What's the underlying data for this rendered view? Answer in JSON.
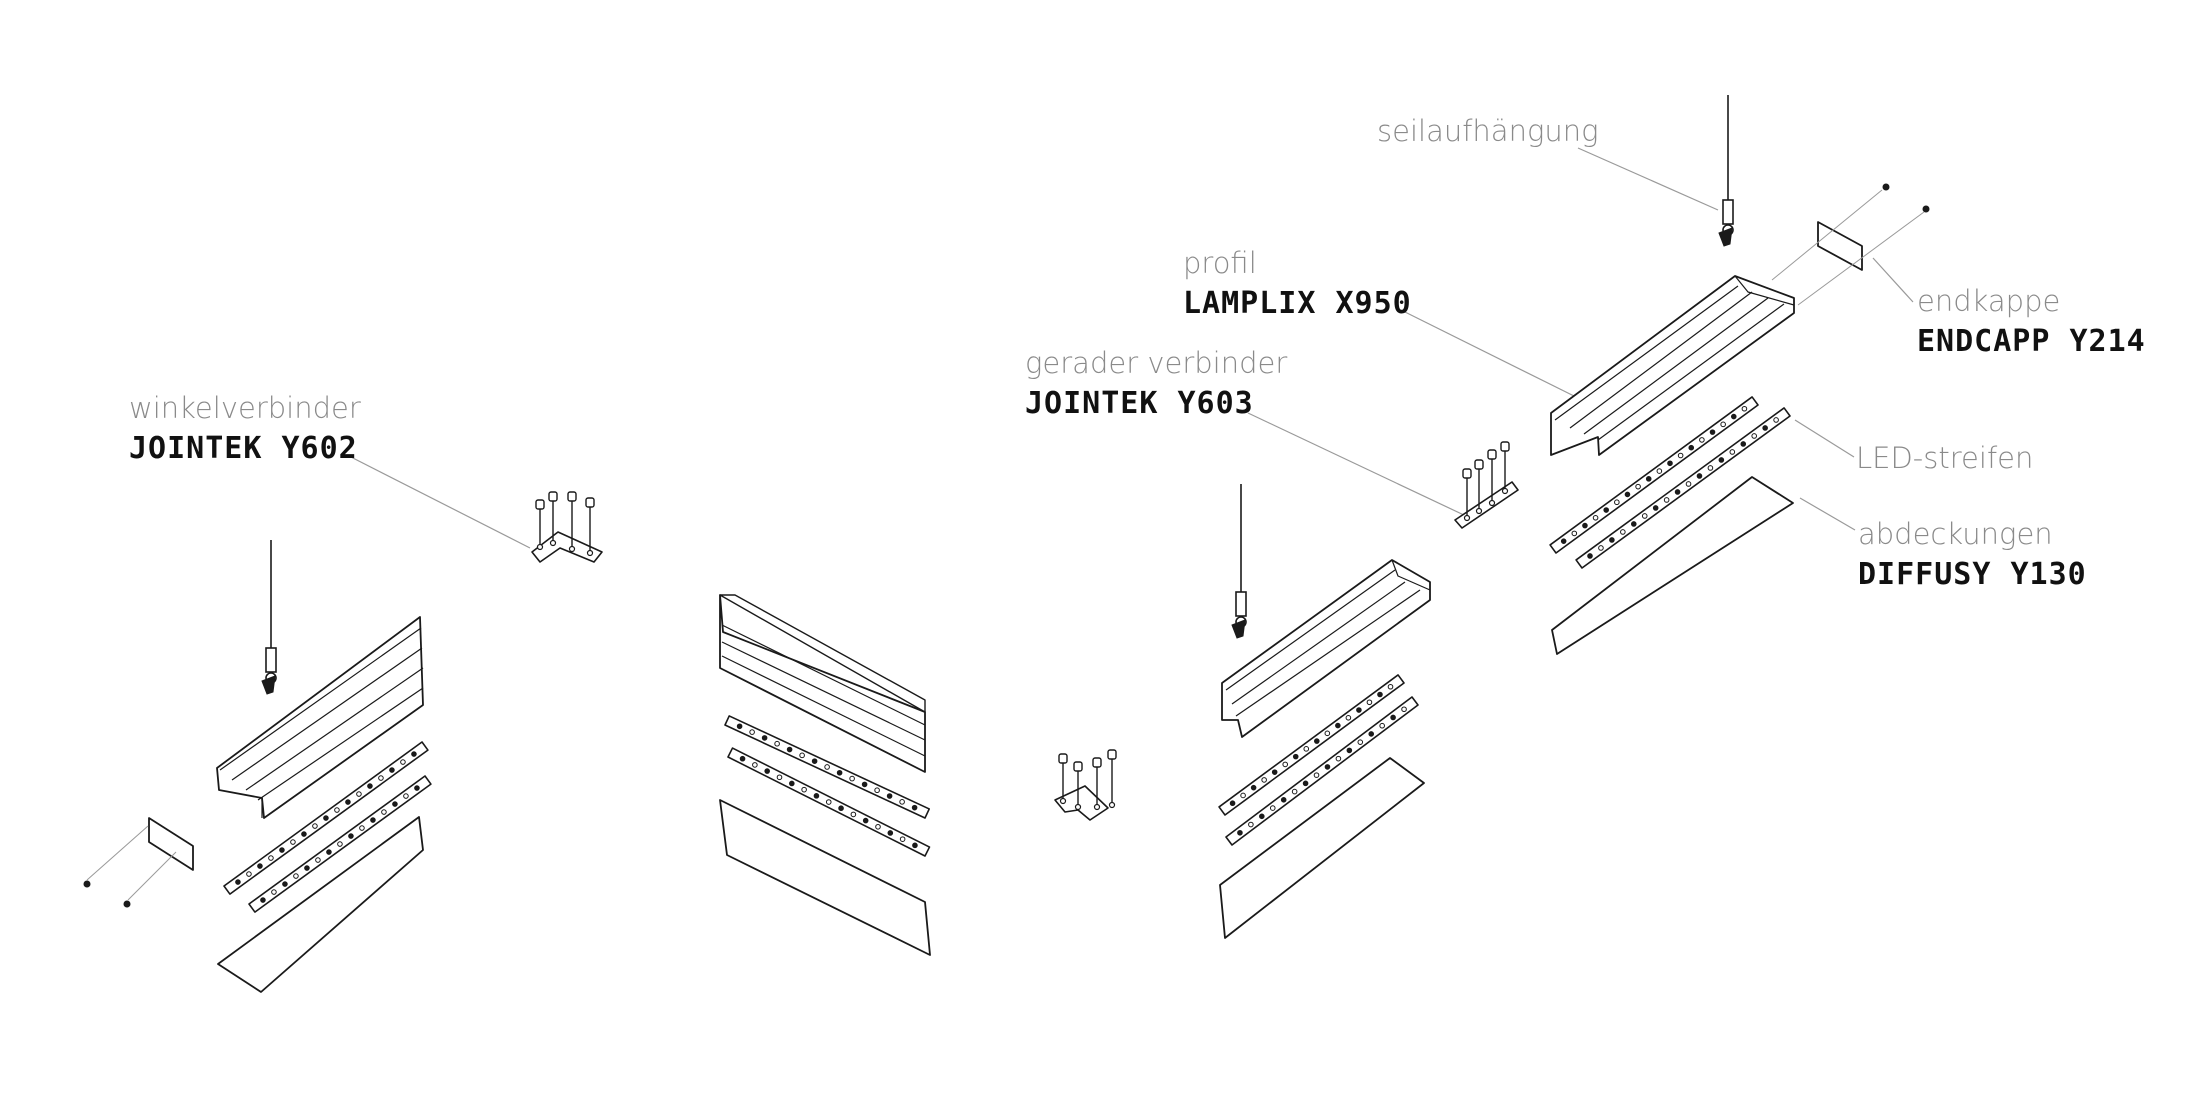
{
  "colors": {
    "line": "#1a1a1a",
    "leader": "#9a9a9a",
    "caption": "#8a8a8a",
    "code": "#111111"
  },
  "labels": {
    "winkelverbinder": {
      "caption": "winkelverbinder",
      "code": "JOINTEK Y602"
    },
    "gerader_verbinder": {
      "caption": "gerader verbinder",
      "code": "JOINTEK Y603"
    },
    "profil": {
      "caption": "profil",
      "code": "LAMPLIX X950"
    },
    "seilaufhaengung": {
      "caption": "seilaufhängung"
    },
    "endkappe": {
      "caption": "endkappe",
      "code": "ENDCAPP Y214"
    },
    "led_streifen": {
      "caption": "LED-streifen"
    },
    "abdeckungen": {
      "caption": "abdeckungen",
      "code": "DIFFUSY Y130"
    }
  }
}
